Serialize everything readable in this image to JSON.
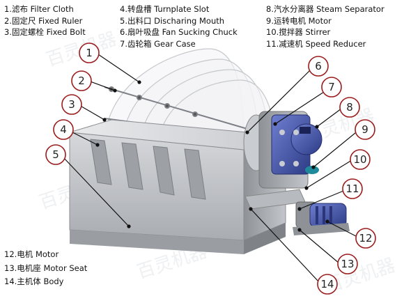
{
  "legend_top_left": [
    {
      "label": "1.滤布  Filter Cloth"
    },
    {
      "label": "2.固定尺  Fixed Ruler"
    },
    {
      "label": "3.固定螺栓  Fixed Bolt"
    }
  ],
  "legend_top_mid": [
    {
      "label": "4.转盘槽  Turnplate Slot"
    },
    {
      "label": "5.出料口  Discharing Mouth"
    },
    {
      "label": "6.扇叶吸盘  Fan Sucking Chuck"
    },
    {
      "label": "7.齿轮箱  Gear Case"
    }
  ],
  "legend_top_right": [
    {
      "label": "8.汽水分离器  Steam Separator"
    },
    {
      "label": "9.运转电机  Motor"
    },
    {
      "label": "10.搅拌器  Stirrer"
    },
    {
      "label": "11.减速机  Speed Reducer"
    }
  ],
  "legend_bottom_left": [
    {
      "label": "12.电机  Motor"
    },
    {
      "label": "13.电机座  Motor Seat"
    },
    {
      "label": "14.主机体  Body"
    }
  ],
  "callouts": [
    {
      "num": "1"
    },
    {
      "num": "2"
    },
    {
      "num": "3"
    },
    {
      "num": "4"
    },
    {
      "num": "5"
    },
    {
      "num": "6"
    },
    {
      "num": "7"
    },
    {
      "num": "8"
    },
    {
      "num": "9"
    },
    {
      "num": "10"
    },
    {
      "num": "11"
    },
    {
      "num": "12"
    },
    {
      "num": "13"
    },
    {
      "num": "14"
    }
  ],
  "watermark": "百灵机器",
  "colors": {
    "callout_stroke": "#9b1c1c",
    "body_gray": "#b9bcc0",
    "machine_blue": "#3e4f9e",
    "accent_teal": "#1f8a9a"
  }
}
